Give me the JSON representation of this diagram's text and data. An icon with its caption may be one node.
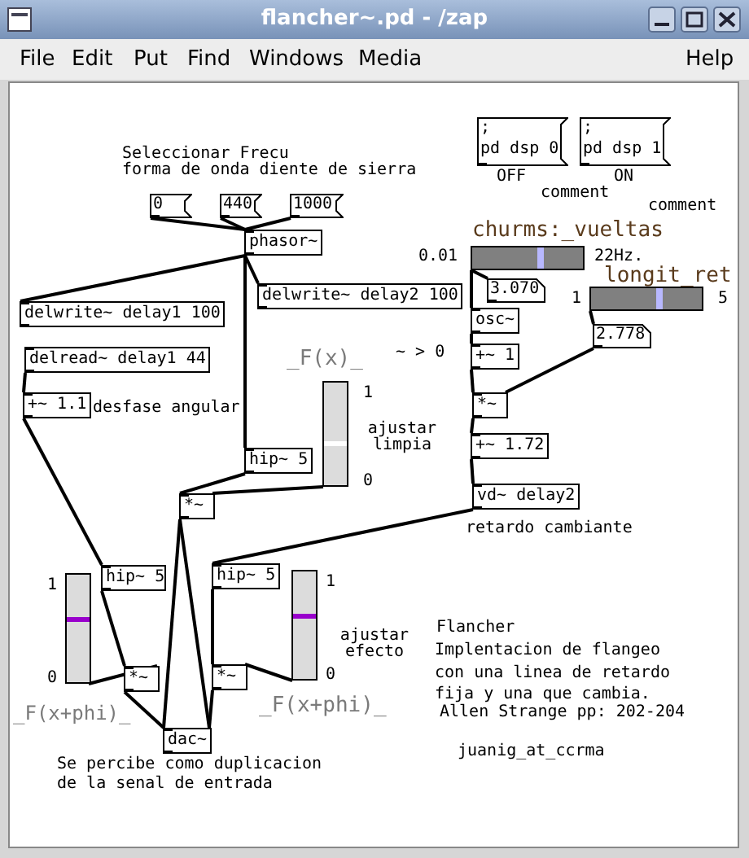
{
  "diagram": {
    "title": "flancher~.pd - /zap",
    "nodes": [
      {
        "text": [
          "0"
        ]
      },
      {
        "text": [
          "440"
        ]
      },
      {
        "text": [
          "1000"
        ]
      },
      {
        "text": [
          "phasor~"
        ]
      },
      {
        "text": [
          "delwrite~ delay2 100"
        ]
      },
      {
        "text": [
          "delwrite~ delay1 100"
        ]
      },
      {
        "text": [
          "delread~ delay1 44"
        ]
      },
      {
        "text": [
          "+~ 1.1"
        ]
      },
      {
        "text": [
          "hip~ 5"
        ]
      },
      {
        "text": [
          "*~"
        ]
      },
      {
        "text": [
          "hip~ 5"
        ]
      },
      {
        "text": [
          "hip~ 5"
        ]
      },
      {
        "text": [
          "*~"
        ]
      },
      {
        "text": [
          "*~"
        ]
      },
      {
        "text": [
          "dac~"
        ]
      },
      {
        "text": [
          ";",
          "pd dsp 0"
        ],
        "beside": [
          "OFF"
        ]
      },
      {
        "text": [
          ";",
          "pd dsp 1"
        ],
        "beside": [
          "ON"
        ]
      },
      {
        "text": [
          "churms:_vueltas"
        ],
        "beside": [
          "0.01",
          "22Hz."
        ]
      },
      {
        "text": [
          "3.070"
        ]
      },
      {
        "text": [
          "osc~"
        ]
      },
      {
        "text": [
          "+~ 1"
        ]
      },
      {
        "text": [
          "longit_ret"
        ],
        "beside": [
          "1",
          "5"
        ]
      },
      {
        "text": [
          "2.778"
        ]
      },
      {
        "text": [
          "*~"
        ]
      },
      {
        "text": [
          "+~ 1.72"
        ]
      },
      {
        "text": [
          "vd~ delay2"
        ]
      },
      {
        "text": [
          "_F(x)_"
        ],
        "beside": [
          "1",
          "0",
          "ajustar limpia"
        ]
      },
      {
        "text": [
          "_F(x+phi)_"
        ],
        "beside": [
          "1",
          "0"
        ]
      },
      {
        "text": [
          "_F(x+phi)_"
        ],
        "beside": [
          "1",
          "0",
          "ajustar efecto"
        ]
      }
    ],
    "edges": [
      {
        "from": 0,
        "to": 3,
        "arrow": "none"
      },
      {
        "from": 1,
        "to": 3,
        "arrow": "none"
      },
      {
        "from": 2,
        "to": 3,
        "arrow": "none"
      },
      {
        "from": 3,
        "to": 5,
        "arrow": "none"
      },
      {
        "from": 3,
        "to": 4,
        "arrow": "none"
      },
      {
        "from": 3,
        "to": 8,
        "arrow": "none"
      },
      {
        "from": 6,
        "to": 7,
        "arrow": "none"
      },
      {
        "from": 7,
        "to": 10,
        "arrow": "none"
      },
      {
        "from": 8,
        "to": 9,
        "arrow": "none"
      },
      {
        "from": 26,
        "to": 9,
        "arrow": "none"
      },
      {
        "from": 9,
        "to": 14,
        "arrow": "none"
      },
      {
        "from": 9,
        "to": 14,
        "arrow": "none"
      },
      {
        "from": 10,
        "to": 12,
        "arrow": "none"
      },
      {
        "from": 27,
        "to": 12,
        "arrow": "none"
      },
      {
        "from": 12,
        "to": 14,
        "arrow": "none"
      },
      {
        "from": 11,
        "to": 13,
        "arrow": "none"
      },
      {
        "from": 28,
        "to": 13,
        "arrow": "none"
      },
      {
        "from": 13,
        "to": 14,
        "arrow": "none"
      },
      {
        "from": 25,
        "to": 11,
        "arrow": "none"
      },
      {
        "from": 17,
        "to": 18,
        "arrow": "none"
      },
      {
        "from": 17,
        "to": 19,
        "arrow": "none"
      },
      {
        "from": 19,
        "to": 20,
        "arrow": "none"
      },
      {
        "from": 20,
        "to": 23,
        "arrow": "none"
      },
      {
        "from": 23,
        "to": 24,
        "arrow": "none"
      },
      {
        "from": 24,
        "to": 25,
        "arrow": "none"
      },
      {
        "from": 21,
        "to": 22,
        "arrow": "none"
      },
      {
        "from": 22,
        "to": 23,
        "arrow": "none"
      }
    ],
    "labels": [
      "File",
      "Edit",
      "Put",
      "Find",
      "Windows",
      "Media",
      "Help",
      "Seleccionar Frecu",
      "forma de onda diente de sierra",
      "comment",
      "comment",
      "~ > 0",
      "desfase angular",
      "retardo cambiante",
      "Se percibe como duplicacion de la senal de entrada",
      "Flancher",
      "Implentacion de flangeo con una linea de retardo fija y una que cambia.",
      "Allen Strange pp: 202-204",
      "juanig_at_ccrma"
    ]
  }
}
